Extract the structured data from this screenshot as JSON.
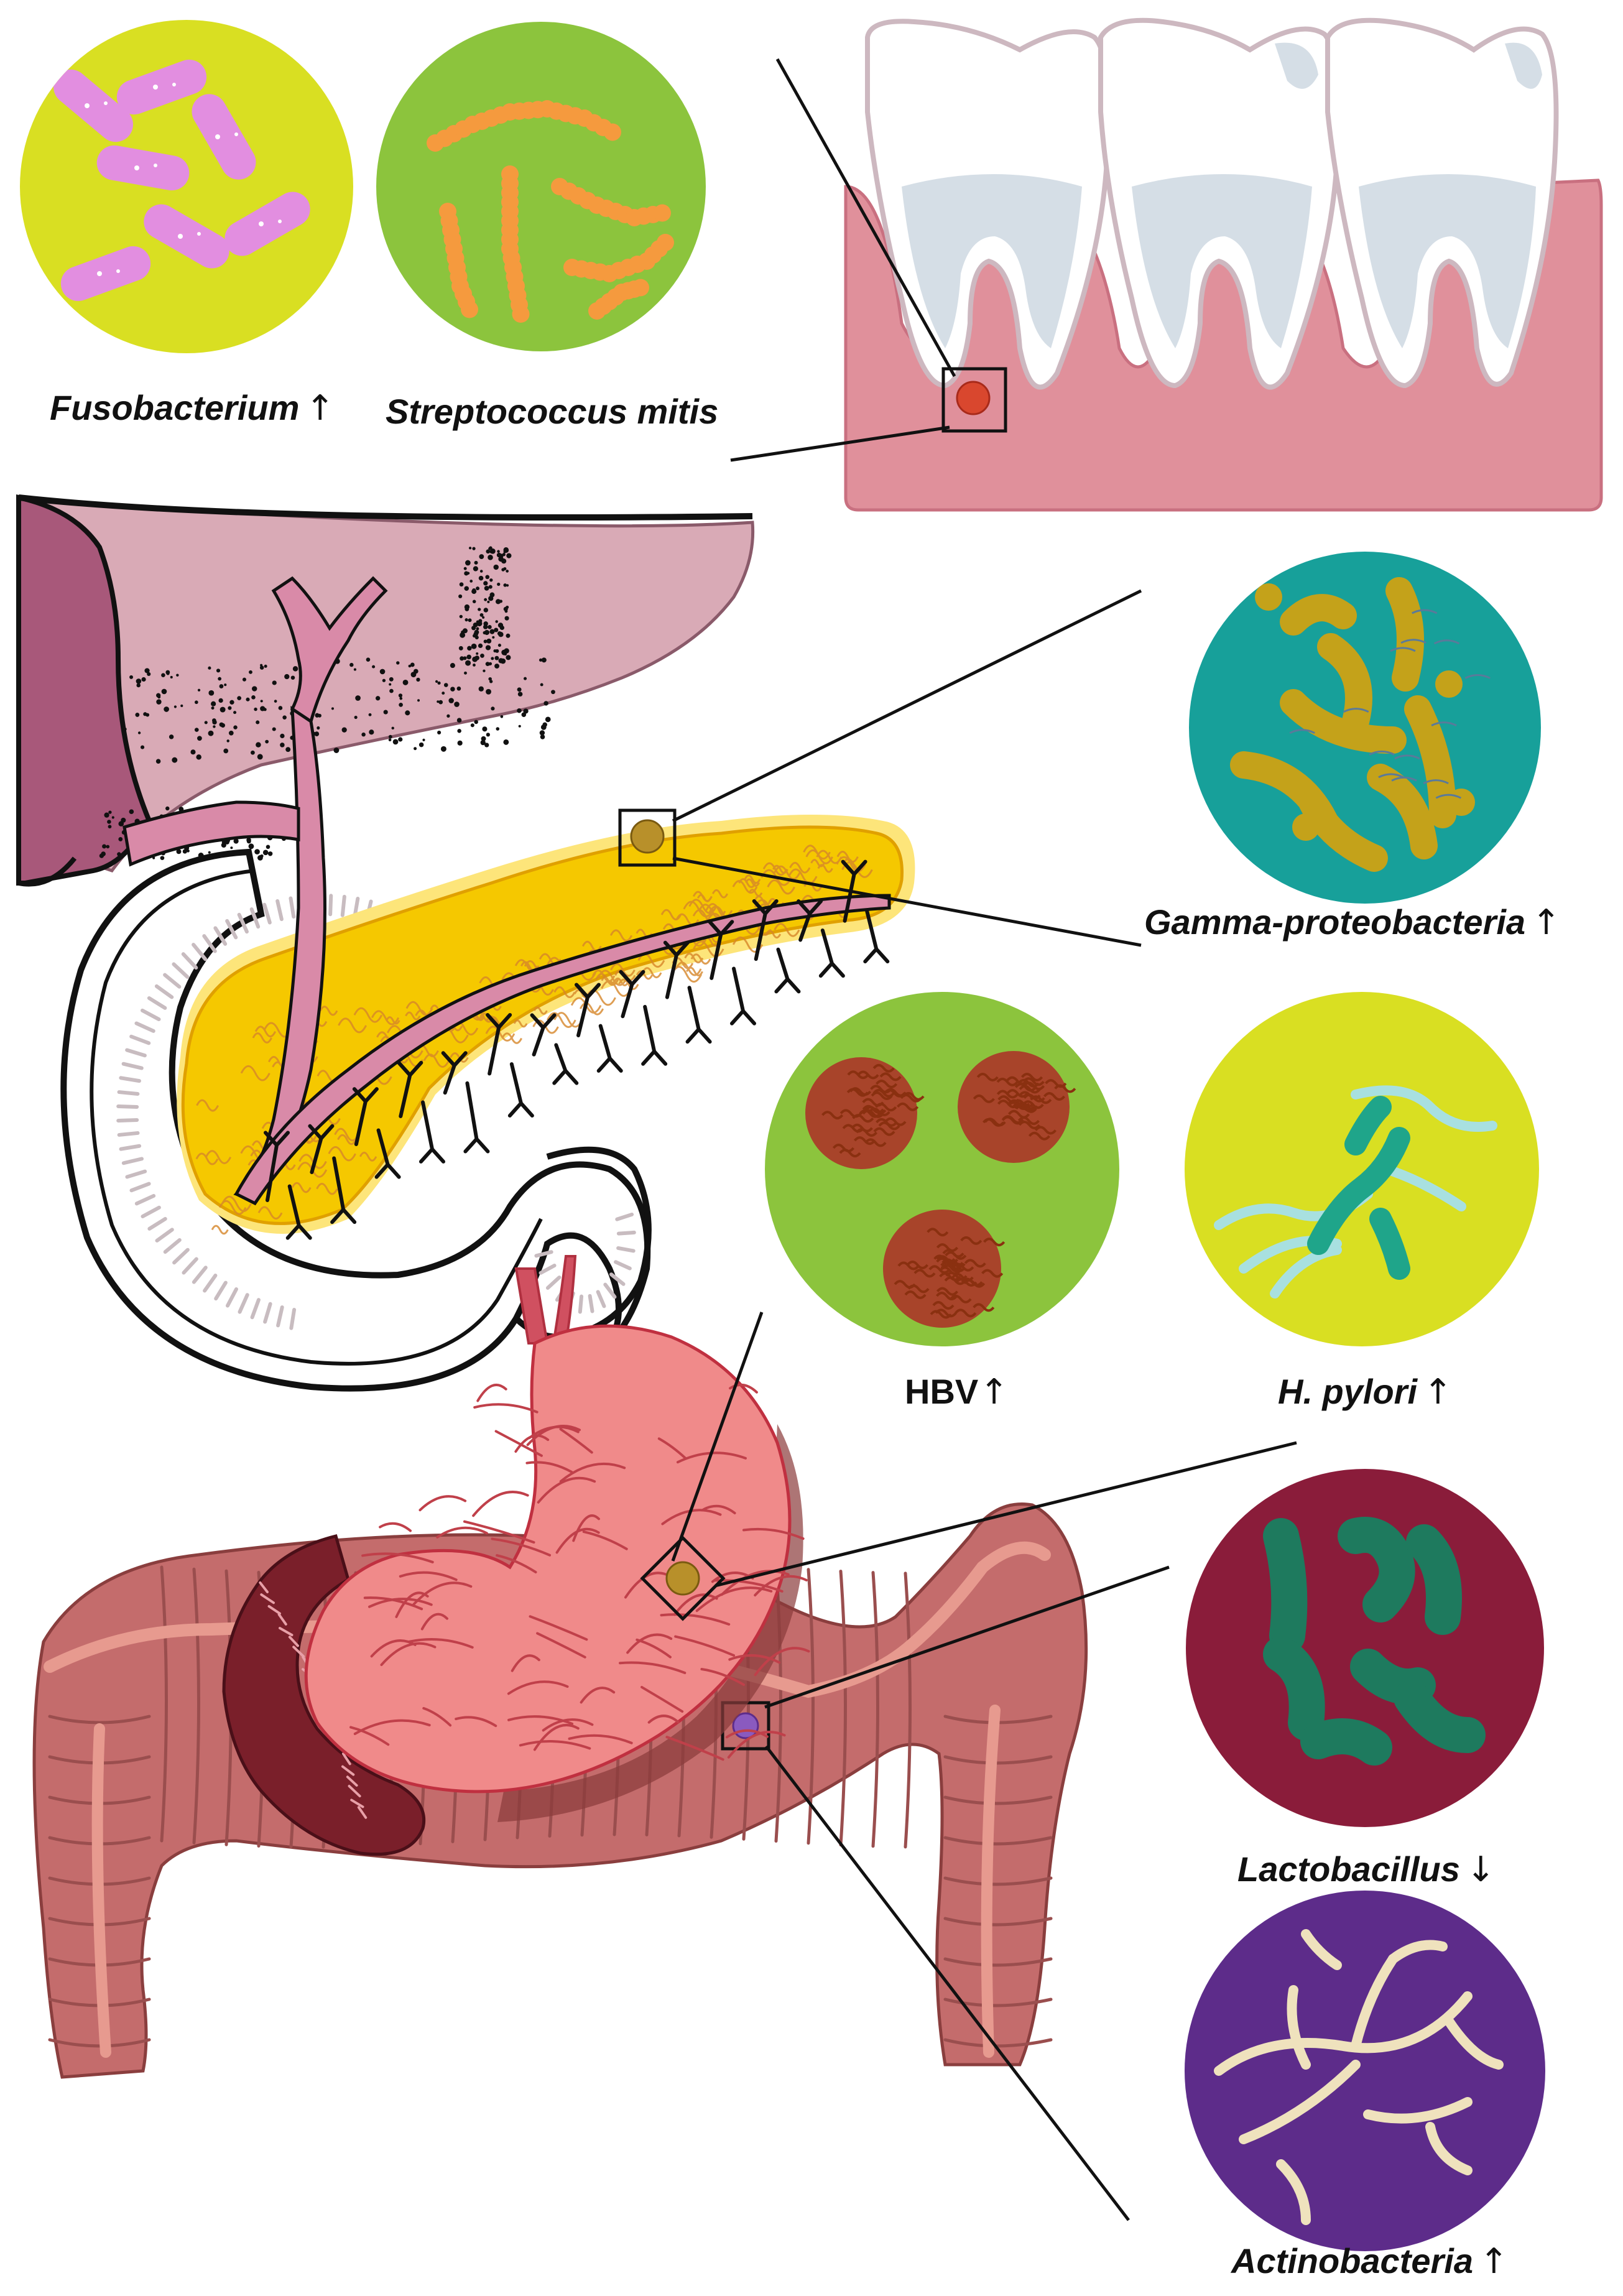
{
  "colors": {
    "gum": "#e0909b",
    "tooth": "#ffffff",
    "tooth_shade": "#d5dee6",
    "liver": "#d9aab6",
    "liver_dark": "#a8587a",
    "pancreas": "#f5c800",
    "pancreas_glow": "#fde57a",
    "duct": "#d98aa8",
    "stomach": "#f08a8a",
    "spleen": "#7a1f2a",
    "colon": "#c46c6c",
    "colon_band": "#e79a8f"
  },
  "microbes": [
    {
      "id": "fusobacterium",
      "name": "Fusobacterium",
      "italic": true,
      "arrow": "↑",
      "bg": "#d9df22",
      "cell": "#e28ee0",
      "shape": "rods"
    },
    {
      "id": "streptococcus",
      "name": "Streptococcus mitis",
      "italic": true,
      "arrow": "",
      "bg": "#8cc43d",
      "cell": "#f59a3e",
      "shape": "chains"
    },
    {
      "id": "gamma",
      "name": "Gamma-proteobacteria",
      "italic": true,
      "arrow": "↑",
      "bg": "#17a09a",
      "cell": "#c4a21a",
      "shape": "curved-rods"
    },
    {
      "id": "hbv",
      "name": "HBV",
      "italic": false,
      "arrow": "↑",
      "bg": "#8cc43d",
      "cell": "#a8442a",
      "shape": "virions"
    },
    {
      "id": "hpylori",
      "name": "H. pylori",
      "italic": true,
      "arrow": "↑",
      "bg": "#d9df22",
      "cell": "#1fa58a",
      "shape": "spirals"
    },
    {
      "id": "lactobacillus",
      "name": "Lactobacillus",
      "italic": true,
      "arrow": "↓",
      "bg": "#8a1c3a",
      "cell": "#1e7a5e",
      "shape": "rods-dark"
    },
    {
      "id": "actinobacteria",
      "name": "Actinobacteria",
      "italic": true,
      "arrow": "↑",
      "bg": "#5d2c8a",
      "cell": "#efe2bd",
      "shape": "branches"
    }
  ]
}
